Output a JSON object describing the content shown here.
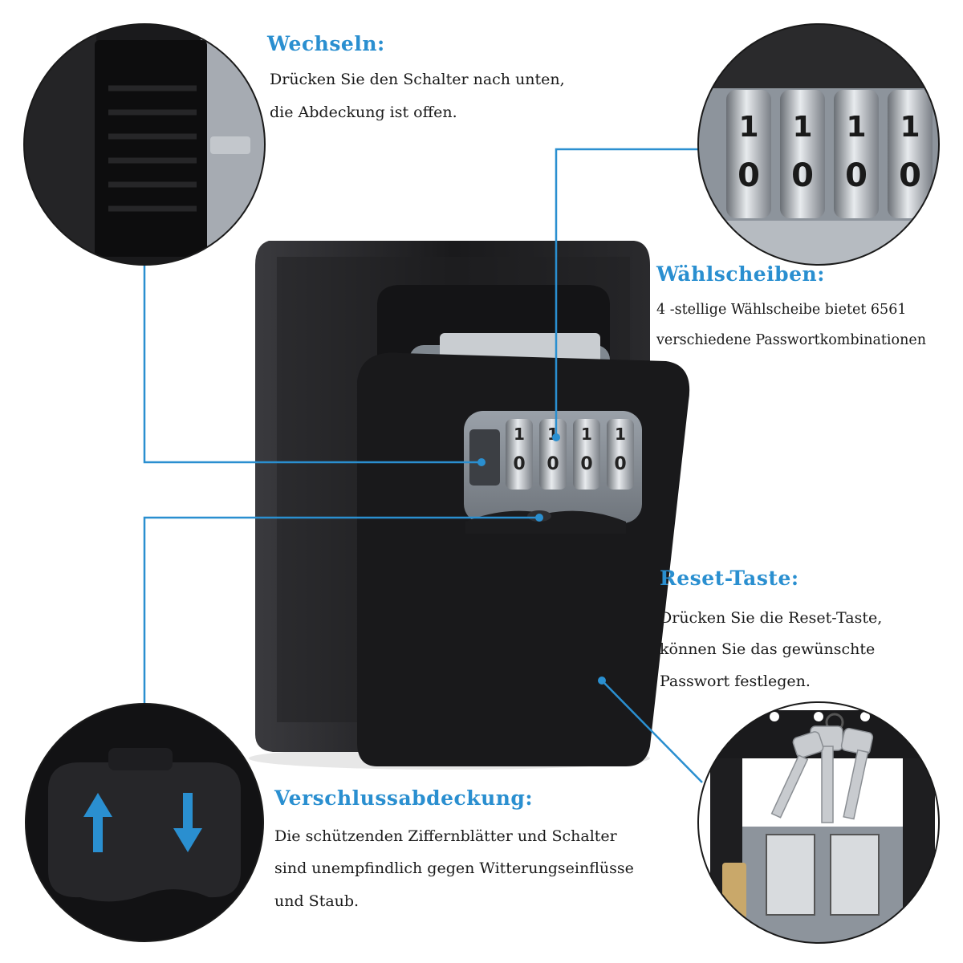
{
  "colors": {
    "accent": "#2a8fd0",
    "text": "#1a1a1a",
    "box": "#1b1b1d",
    "mechanism": "#8a9098"
  },
  "icons": {
    "up": "arrow-up-icon",
    "down": "arrow-down-icon"
  },
  "callouts": {
    "switch": {
      "title": "Wechseln:",
      "lines": [
        "Drücken Sie den Schalter nach unten,",
        "die Abdeckung ist offen."
      ]
    },
    "dials": {
      "title": "Wählscheiben:",
      "lines": [
        "4 -stellige Wählscheibe bietet 6561",
        "verschiedene Passwortkombinationen"
      ]
    },
    "reset": {
      "title": "Reset-Taste:",
      "lines": [
        "Drücken Sie die Reset-Taste,",
        "können Sie das gewünschte",
        "Passwort festlegen."
      ]
    },
    "cover": {
      "title": "Verschlussabdeckung:",
      "lines": [
        "Die schützenden Ziffernblätter und Schalter",
        "sind unempfindlich gegen Witterungseinflüsse",
        "und Staub."
      ]
    }
  },
  "dial_digits": {
    "top": [
      "1",
      "1",
      "1",
      "1"
    ],
    "middle": [
      "0",
      "0",
      "0",
      "0"
    ]
  }
}
